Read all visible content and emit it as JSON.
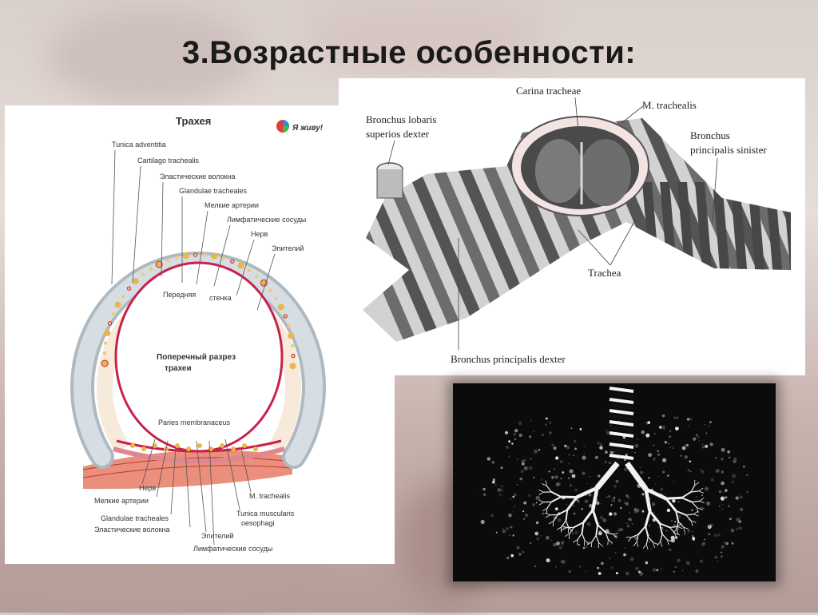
{
  "slide": {
    "title": "3.Возрастные особенности:"
  },
  "cross_section": {
    "heading": "Трахея",
    "logo_text": "Я живу!",
    "center_line1": "Поперечный разрез",
    "center_line2": "трахеи",
    "front_wall_word1": "Передняя",
    "front_wall_word2": "стенка",
    "labels_top": [
      "Tunica adventitia",
      "Cartilago trachealis",
      "Эластические волокна",
      "Glandulae tracheales",
      "Мелкие артерии",
      "Лимфатические сосуды",
      "Нерв",
      "Эпителий"
    ],
    "paries_label": "Paries membranaceus",
    "labels_bottom": [
      "Нерв",
      "Мелкие артерии",
      "Glandulae tracheales",
      "Эластические волокна",
      "Эпителий",
      "Лимфатические сосуды",
      "M. trachealis",
      "Tunica muscularis",
      "oesophagi"
    ]
  },
  "bifurcation": {
    "labels": {
      "carina": "Carina tracheae",
      "m_trachealis": "M. trachealis",
      "bronchus_lobaris_1": "Bronchus lobaris",
      "bronchus_lobaris_2": "superios dexter",
      "bronchus_sinister_1": "Bronchus",
      "bronchus_sinister_2": "principalis sinister",
      "trachea": "Trachea",
      "bronchus_dexter": "Bronchus principalis dexter"
    }
  },
  "colors": {
    "cartilage": "#c9d2d8",
    "mucosa": "#c8204a",
    "gland": "#e8b64a",
    "muscle": "#d9534f"
  }
}
